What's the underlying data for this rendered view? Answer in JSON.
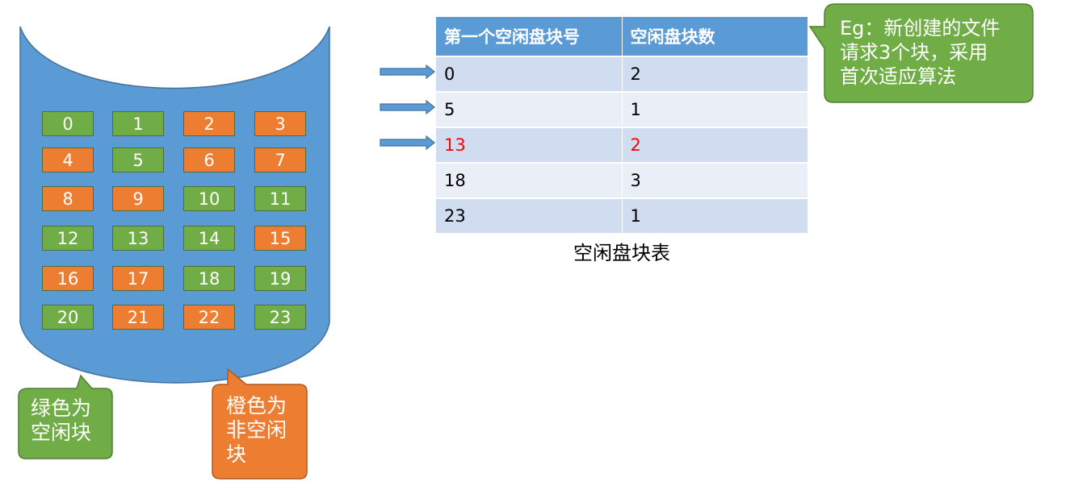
{
  "disk": {
    "blocks": [
      {
        "n": "0",
        "s": "free"
      },
      {
        "n": "1",
        "s": "free"
      },
      {
        "n": "2",
        "s": "used"
      },
      {
        "n": "3",
        "s": "used"
      },
      {
        "n": "4",
        "s": "used"
      },
      {
        "n": "5",
        "s": "free"
      },
      {
        "n": "6",
        "s": "used"
      },
      {
        "n": "7",
        "s": "used"
      },
      {
        "n": "8",
        "s": "used"
      },
      {
        "n": "9",
        "s": "used"
      },
      {
        "n": "10",
        "s": "free"
      },
      {
        "n": "11",
        "s": "free"
      },
      {
        "n": "12",
        "s": "free"
      },
      {
        "n": "13",
        "s": "free"
      },
      {
        "n": "14",
        "s": "free"
      },
      {
        "n": "15",
        "s": "used"
      },
      {
        "n": "16",
        "s": "used"
      },
      {
        "n": "17",
        "s": "used"
      },
      {
        "n": "18",
        "s": "free"
      },
      {
        "n": "19",
        "s": "free"
      },
      {
        "n": "20",
        "s": "free"
      },
      {
        "n": "21",
        "s": "used"
      },
      {
        "n": "22",
        "s": "used"
      },
      {
        "n": "23",
        "s": "free"
      }
    ]
  },
  "legend": {
    "green_lines": [
      "绿色为",
      "空闲块"
    ],
    "orange_lines": [
      "橙色为",
      "非空闲",
      "块"
    ]
  },
  "table": {
    "headers": [
      "第一个空闲盘块号",
      "空闲盘块数"
    ],
    "rows": [
      {
        "first": "0",
        "count": "2",
        "highlight": false,
        "arrow": true
      },
      {
        "first": "5",
        "count": "1",
        "highlight": false,
        "arrow": true
      },
      {
        "first": "13",
        "count": "2",
        "highlight": true,
        "arrow": true
      },
      {
        "first": "18",
        "count": "3",
        "highlight": false,
        "arrow": false
      },
      {
        "first": "23",
        "count": "1",
        "highlight": false,
        "arrow": false
      }
    ],
    "caption": "空闲盘块表"
  },
  "note": {
    "lines": [
      "Eg：新创建的文件",
      "请求3个块，采用",
      "首次适应算法"
    ]
  },
  "colors": {
    "disk_blue": "#5b9bd5",
    "free_green": "#70ad47",
    "used_orange": "#ed7d31",
    "highlight_red": "#ff0000"
  }
}
